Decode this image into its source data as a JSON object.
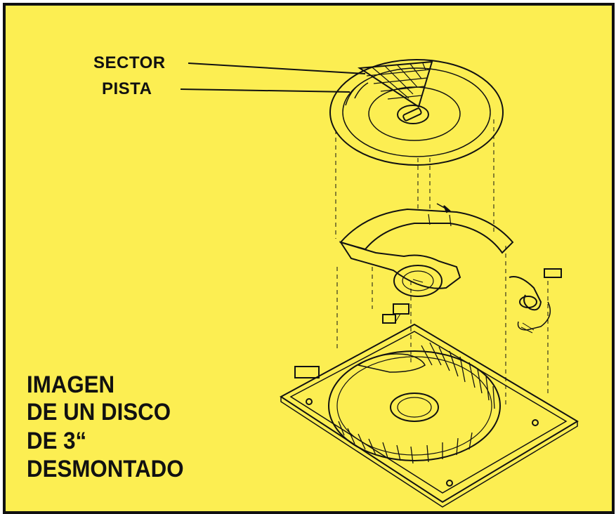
{
  "labels": {
    "sector": "SECTOR",
    "pista": "PISTA"
  },
  "caption": {
    "line1": "IMAGEN",
    "line2": "DE UN DISCO",
    "line3": "DE 3“",
    "line4": "DESMONTADO"
  },
  "colors": {
    "background": "#fcee52",
    "ink": "#111111",
    "frame": "#111111"
  }
}
